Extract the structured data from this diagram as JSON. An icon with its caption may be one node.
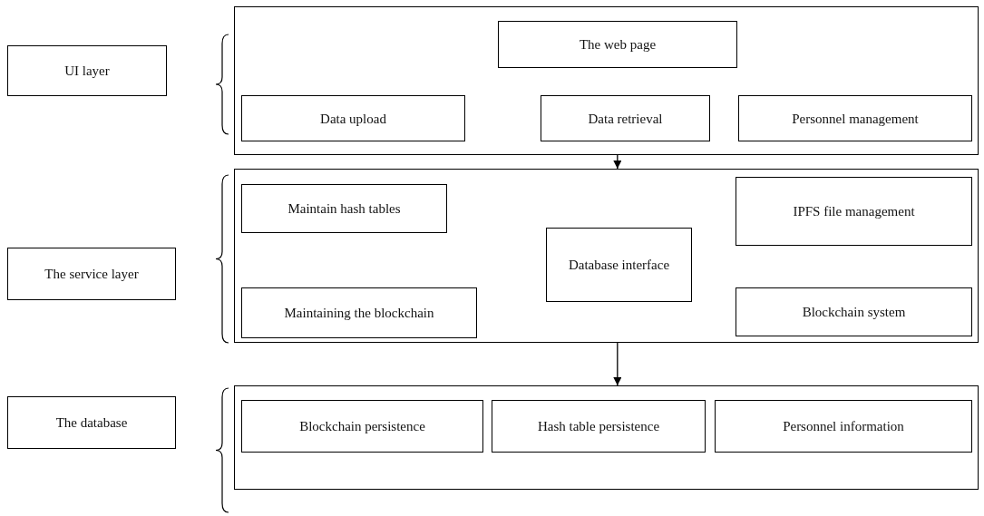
{
  "diagram": {
    "nodes": [
      {
        "text": [
          "UI layer"
        ]
      },
      {
        "text": [],
        "shape": "box"
      },
      {
        "text": [
          "The web page"
        ],
        "in": 1
      },
      {
        "text": [
          "Data upload"
        ],
        "in": 1
      },
      {
        "text": [
          "Data retrieval"
        ],
        "in": 1
      },
      {
        "text": [
          "Personnel management"
        ],
        "in": 1
      },
      {
        "text": [
          "The service layer"
        ]
      },
      {
        "text": [],
        "shape": "box"
      },
      {
        "text": [
          "Maintain hash tables"
        ],
        "in": 7
      },
      {
        "text": [
          "Maintaining the blockchain"
        ],
        "in": 7
      },
      {
        "text": [
          "Database interface"
        ],
        "in": 7
      },
      {
        "text": [
          "IPFS file management"
        ],
        "in": 7
      },
      {
        "text": [
          "Blockchain system"
        ],
        "in": 7
      },
      {
        "text": [
          "The database"
        ]
      },
      {
        "text": [],
        "shape": "box"
      },
      {
        "text": [
          "Blockchain persistence"
        ],
        "in": 14
      },
      {
        "text": [
          "Hash table persistence"
        ],
        "in": 14
      },
      {
        "text": [
          "Personnel information"
        ],
        "in": 14
      }
    ],
    "edges": [
      {
        "from": 1,
        "to": 7,
        "arrow": "to"
      },
      {
        "from": 7,
        "to": 14,
        "arrow": "to"
      }
    ]
  }
}
